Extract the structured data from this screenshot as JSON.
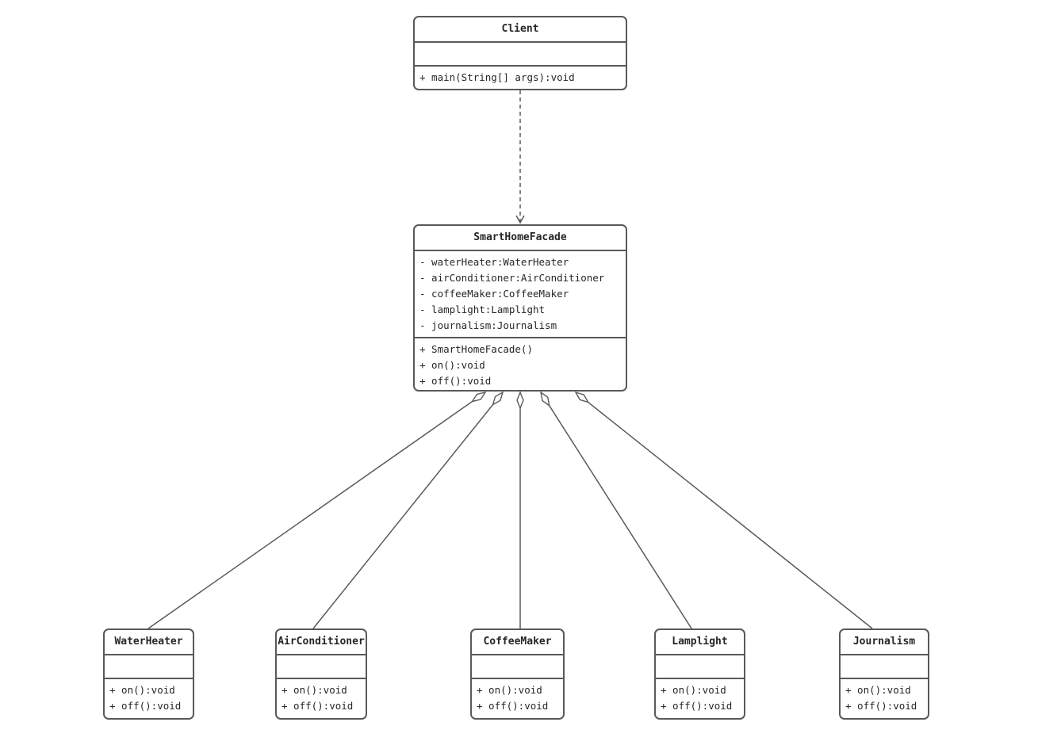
{
  "colors": {
    "canvas_background": "#ffffff",
    "box_border": "#595959",
    "connector": "#595959",
    "text": "#262626"
  },
  "classes": [
    {
      "name": "Client",
      "attributes": [],
      "methods": [
        "+ main(String[] args):void"
      ]
    },
    {
      "name": "SmartHomeFacade",
      "attributes": [
        "- waterHeater:WaterHeater",
        "- airConditioner:AirConditioner",
        "- coffeeMaker:CoffeeMaker",
        "- lamplight:Lamplight",
        "- journalism:Journalism"
      ],
      "methods": [
        "+ SmartHomeFacade()",
        "+ on():void",
        "+ off():void"
      ]
    },
    {
      "name": "WaterHeater",
      "attributes": [],
      "methods": [
        "+ on():void",
        "+ off():void"
      ]
    },
    {
      "name": "AirConditioner",
      "attributes": [],
      "methods": [
        "+ on():void",
        "+ off():void"
      ]
    },
    {
      "name": "CoffeeMaker",
      "attributes": [],
      "methods": [
        "+ on():void",
        "+ off():void"
      ]
    },
    {
      "name": "Lamplight",
      "attributes": [],
      "methods": [
        "+ on():void",
        "+ off():void"
      ]
    },
    {
      "name": "Journalism",
      "attributes": [],
      "methods": [
        "+ on():void",
        "+ off():void"
      ]
    }
  ],
  "relationships": [
    {
      "from": "Client",
      "to": "SmartHomeFacade",
      "type": "dependency",
      "line": "dashed",
      "head": "open-arrow"
    },
    {
      "from": "SmartHomeFacade",
      "to": "WaterHeater",
      "type": "aggregation",
      "line": "solid",
      "head": "hollow-diamond"
    },
    {
      "from": "SmartHomeFacade",
      "to": "AirConditioner",
      "type": "aggregation",
      "line": "solid",
      "head": "hollow-diamond"
    },
    {
      "from": "SmartHomeFacade",
      "to": "CoffeeMaker",
      "type": "aggregation",
      "line": "solid",
      "head": "hollow-diamond"
    },
    {
      "from": "SmartHomeFacade",
      "to": "Lamplight",
      "type": "aggregation",
      "line": "solid",
      "head": "hollow-diamond"
    },
    {
      "from": "SmartHomeFacade",
      "to": "Journalism",
      "type": "aggregation",
      "line": "solid",
      "head": "hollow-diamond"
    }
  ]
}
